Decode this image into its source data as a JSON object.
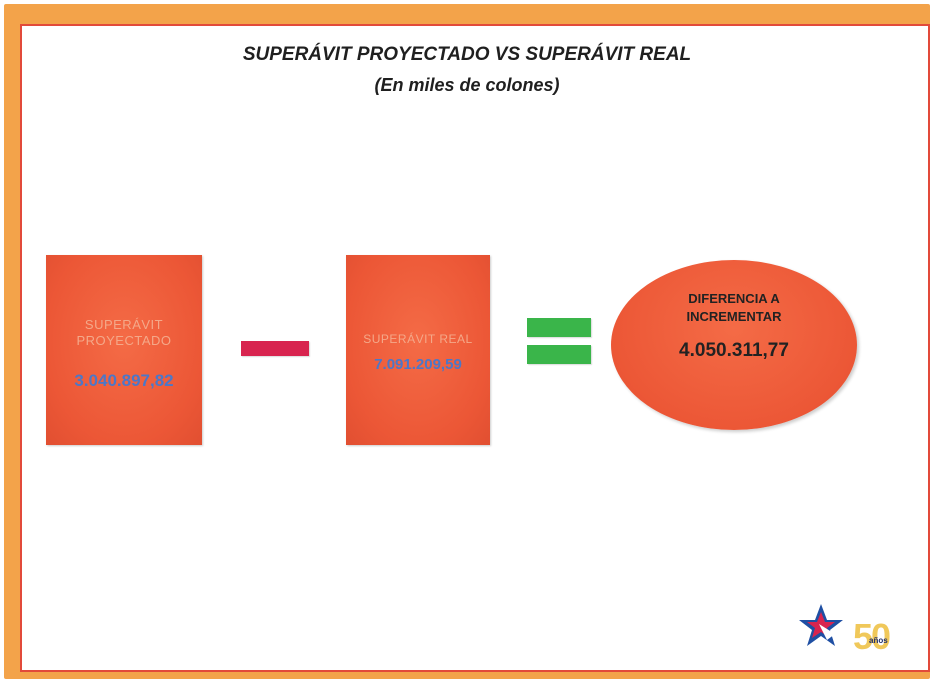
{
  "slide": {
    "title": "SUPERÁVIT PROYECTADO VS SUPERÁVIT REAL",
    "subtitle": "(En miles de colones)"
  },
  "projected": {
    "label": "SUPERÁVIT PROYECTADO",
    "value": "3.040.897,82"
  },
  "real": {
    "label": "SUPERÁVIT REAL",
    "value": "7.091.209,59"
  },
  "difference": {
    "label": "DIFERENCIA A INCREMENTAR",
    "value": "4.050.311,77"
  },
  "operators": {
    "minus": "minus-icon",
    "equals": "equals-icon"
  },
  "logo": {
    "number": "50",
    "word": "años",
    "icon": "star-logo-icon"
  },
  "colors": {
    "box_fill": "#ec5736",
    "value_blue": "#4c77c8",
    "minus_red": "#d8244f",
    "equals_green": "#3ab54a",
    "frame_orange": "#f3a34a"
  }
}
